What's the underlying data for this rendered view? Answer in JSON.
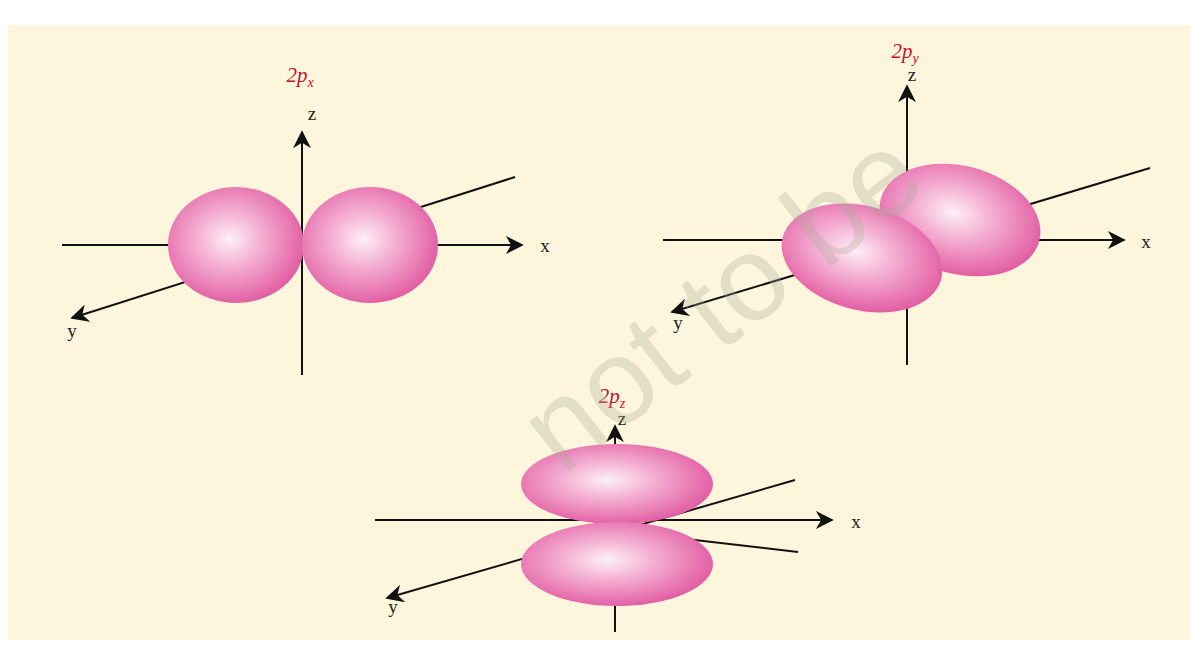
{
  "diagram": {
    "labels": [
      "2p",
      "x",
      "z",
      "x",
      "y",
      "2p",
      "y",
      "z",
      "x",
      "y",
      "2p",
      "z",
      "z",
      "x",
      "y",
      "not to be"
    ]
  }
}
